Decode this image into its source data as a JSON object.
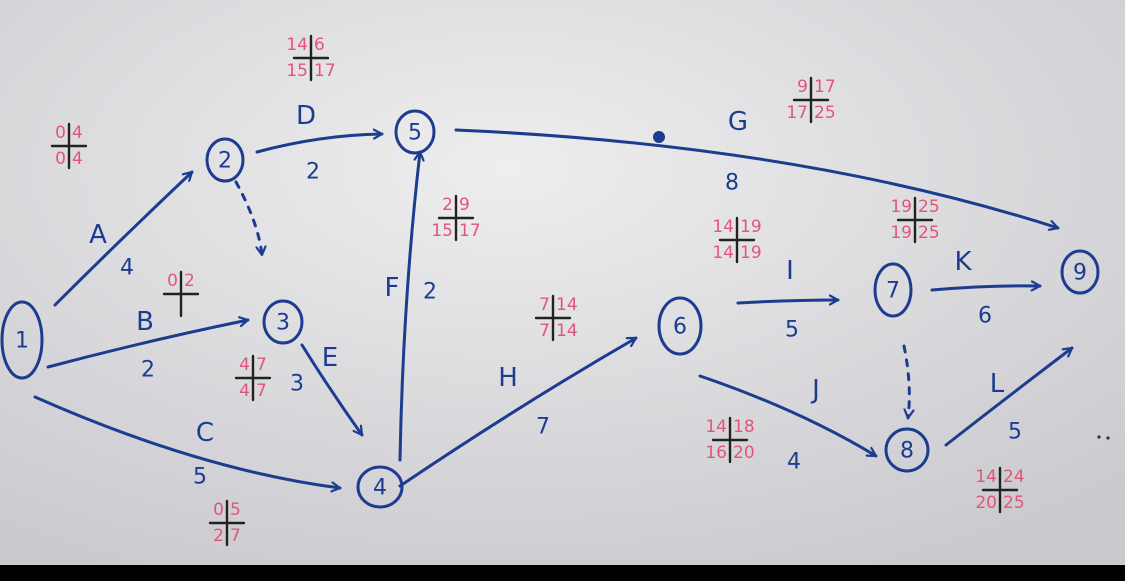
{
  "colors": {
    "paper_light": "#e9e9ec",
    "paper_dark": "#c7c7cc",
    "ink": "#1c3d8f",
    "time_ink": "#e2557a",
    "bottom_band": "#000000"
  },
  "nodes": [
    {
      "id": "1",
      "label": "1"
    },
    {
      "id": "2",
      "label": "2"
    },
    {
      "id": "3",
      "label": "3"
    },
    {
      "id": "4",
      "label": "4"
    },
    {
      "id": "5",
      "label": "5"
    },
    {
      "id": "6",
      "label": "6"
    },
    {
      "id": "7",
      "label": "7"
    },
    {
      "id": "8",
      "label": "8"
    },
    {
      "id": "9",
      "label": "9"
    }
  ],
  "activities": [
    {
      "id": "A",
      "name": "A",
      "duration": "4",
      "from": "1",
      "to": "2"
    },
    {
      "id": "B",
      "name": "B",
      "duration": "2",
      "from": "1",
      "to": "3"
    },
    {
      "id": "C",
      "name": "C",
      "duration": "5",
      "from": "1",
      "to": "4"
    },
    {
      "id": "D",
      "name": "D",
      "duration": "2",
      "from": "2",
      "to": "5"
    },
    {
      "id": "E",
      "name": "E",
      "duration": "3",
      "from": "3",
      "to": "4"
    },
    {
      "id": "F",
      "name": "F",
      "duration": "2",
      "from": "4",
      "to": "5"
    },
    {
      "id": "G",
      "name": "G",
      "duration": "8",
      "from": "5",
      "to": "9"
    },
    {
      "id": "H",
      "name": "H",
      "duration": "7",
      "from": "4",
      "to": "6"
    },
    {
      "id": "I",
      "name": "I",
      "duration": "5",
      "from": "6",
      "to": "7"
    },
    {
      "id": "J",
      "name": "J",
      "duration": "4",
      "from": "6",
      "to": "8"
    },
    {
      "id": "K",
      "name": "K",
      "duration": "6",
      "from": "7",
      "to": "9"
    },
    {
      "id": "L",
      "name": "L",
      "duration": "5",
      "from": "8",
      "to": "9"
    }
  ],
  "dummies": [
    {
      "from": "2",
      "to": "3"
    },
    {
      "from": "7",
      "to": "8"
    }
  ],
  "time_crosses": [
    {
      "activity": "A",
      "ul": "0",
      "ur": "4",
      "ll": "0",
      "lr": "4"
    },
    {
      "activity": "B",
      "ul": "0",
      "ur": "2",
      "ll": "",
      "lr": ""
    },
    {
      "activity": "C",
      "ul": "0",
      "ur": "5",
      "ll": "2",
      "lr": "7"
    },
    {
      "activity": "D",
      "ul": "14",
      "ur": "6",
      "ll": "15",
      "lr": "17"
    },
    {
      "activity": "E",
      "ul": "4",
      "ur": "7",
      "ll": "4",
      "lr": "7"
    },
    {
      "activity": "F",
      "ul": "2",
      "ur": "9",
      "ll": "15",
      "lr": "17"
    },
    {
      "activity": "G",
      "ul": "9",
      "ur": "17",
      "ll": "17",
      "lr": "25"
    },
    {
      "activity": "H",
      "ul": "7",
      "ur": "14",
      "ll": "7",
      "lr": "14"
    },
    {
      "activity": "I",
      "ul": "14",
      "ur": "19",
      "ll": "14",
      "lr": "19"
    },
    {
      "activity": "J",
      "ul": "14",
      "ur": "18",
      "ll": "16",
      "lr": "20"
    },
    {
      "activity": "K",
      "ul": "19",
      "ur": "25",
      "ll": "19",
      "lr": "25"
    },
    {
      "activity": "L",
      "ul": "14",
      "ur": "24",
      "ll": "20",
      "lr": "25"
    }
  ]
}
